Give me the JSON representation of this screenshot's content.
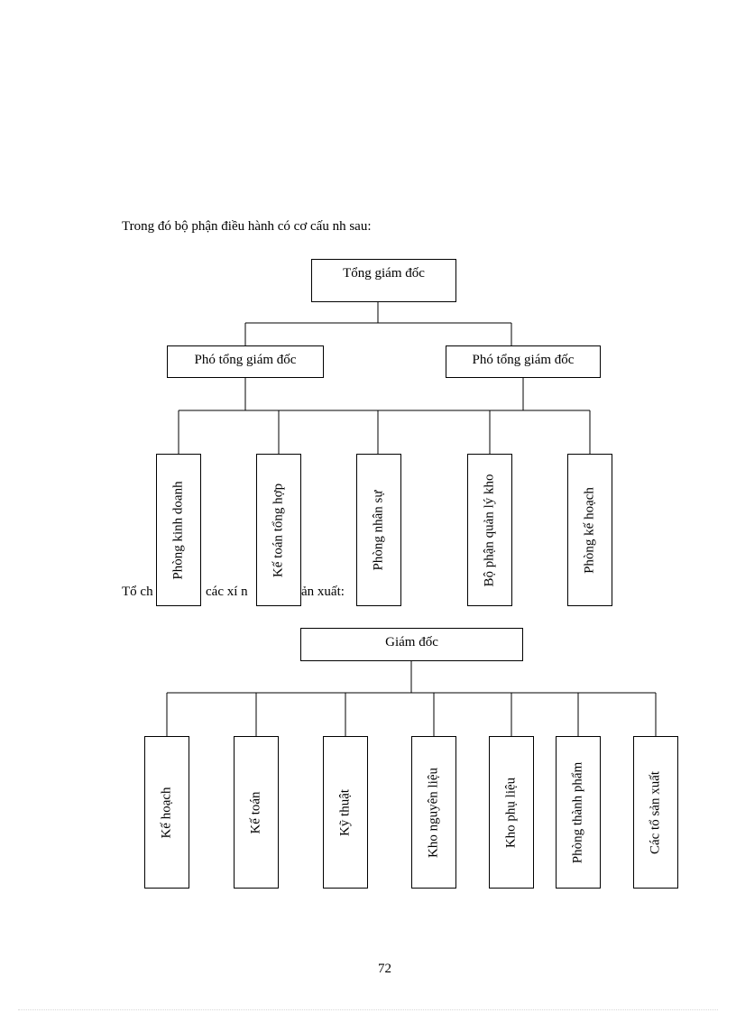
{
  "intro_text": "Trong đó bộ phận điều hành có cơ cấu nh    sau:",
  "second_text": {
    "part1": "Tổ ch",
    "part2": "các xí n",
    "part3": "ản xuất:"
  },
  "chart1": {
    "root": "Tổng giám đốc",
    "deputies": [
      "Phó tổng giám đốc",
      "Phó tổng giám đốc"
    ],
    "departments": [
      "Phòng kinh doanh",
      "Kế toán tổng hợp",
      "Phòng nhân sự",
      "Bộ phận quản lý kho",
      "Phòng kế hoạch"
    ]
  },
  "chart2": {
    "root": "Giám đốc",
    "departments": [
      "Kế hoạch",
      "Kế toán",
      "Kỹ thuật",
      "Kho nguyên liệu",
      "Kho phụ liệu",
      "Phòng thành phẩm",
      "Các tổ sản xuất"
    ]
  },
  "page_number": "72"
}
